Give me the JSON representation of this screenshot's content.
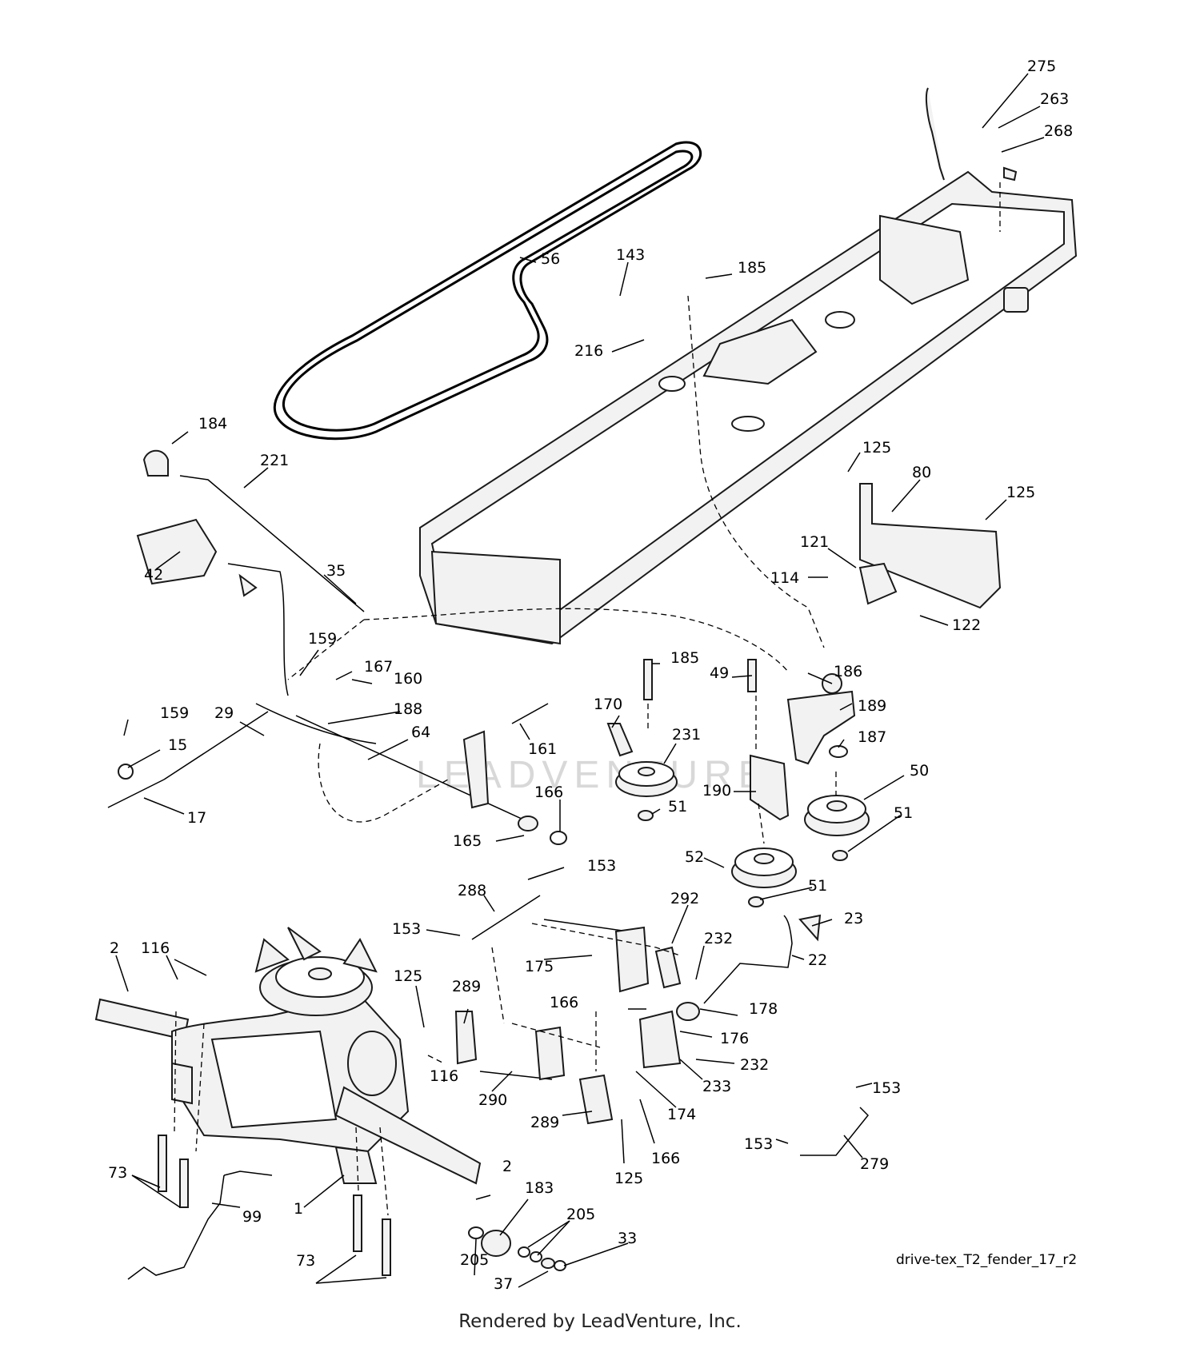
{
  "diagram": {
    "id_label": "drive-tex_T2_fender_17_r2",
    "watermark": "LEADVENTURE",
    "footer": "Rendered by LeadVenture, Inc.",
    "callouts": {
      "c275": "275",
      "c263": "263",
      "c268": "268",
      "c56": "56",
      "c143": "143",
      "c185a": "185",
      "c216": "216",
      "c184": "184",
      "c221": "221",
      "c42": "42",
      "c35": "35",
      "c125a": "125",
      "c80": "80",
      "c125b": "125",
      "c121": "121",
      "c114": "114",
      "c122": "122",
      "c159a": "159",
      "c167": "167",
      "c160": "160",
      "c159b": "159",
      "c29": "29",
      "c188": "188",
      "c64": "64",
      "c15": "15",
      "c17": "17",
      "c185b": "185",
      "c170": "170",
      "c161": "161",
      "c231": "231",
      "c166a": "166",
      "c165": "165",
      "c51a": "51",
      "c49": "49",
      "c186": "186",
      "c189": "189",
      "c187": "187",
      "c190": "190",
      "c50": "50",
      "c51b": "51",
      "c52": "52",
      "c51c": "51",
      "c153a": "153",
      "c288": "288",
      "c153b": "153",
      "c292": "292",
      "c232a": "232",
      "c23": "23",
      "c22": "22",
      "c175": "175",
      "c2a": "2",
      "c116a": "116",
      "c125c": "125",
      "c289a": "289",
      "c166b": "166",
      "c178": "178",
      "c176": "176",
      "c232b": "232",
      "c233": "233",
      "c290": "290",
      "c116b": "116",
      "c174": "174",
      "c289b": "289",
      "c166c": "166",
      "c125d": "125",
      "c153c": "153",
      "c153d": "153",
      "c279": "279",
      "c73a": "73",
      "c99": "99",
      "c1": "1",
      "c2b": "2",
      "c183": "183",
      "c205a": "205",
      "c205b": "205",
      "c33": "33",
      "c73b": "73",
      "c37": "37"
    }
  }
}
